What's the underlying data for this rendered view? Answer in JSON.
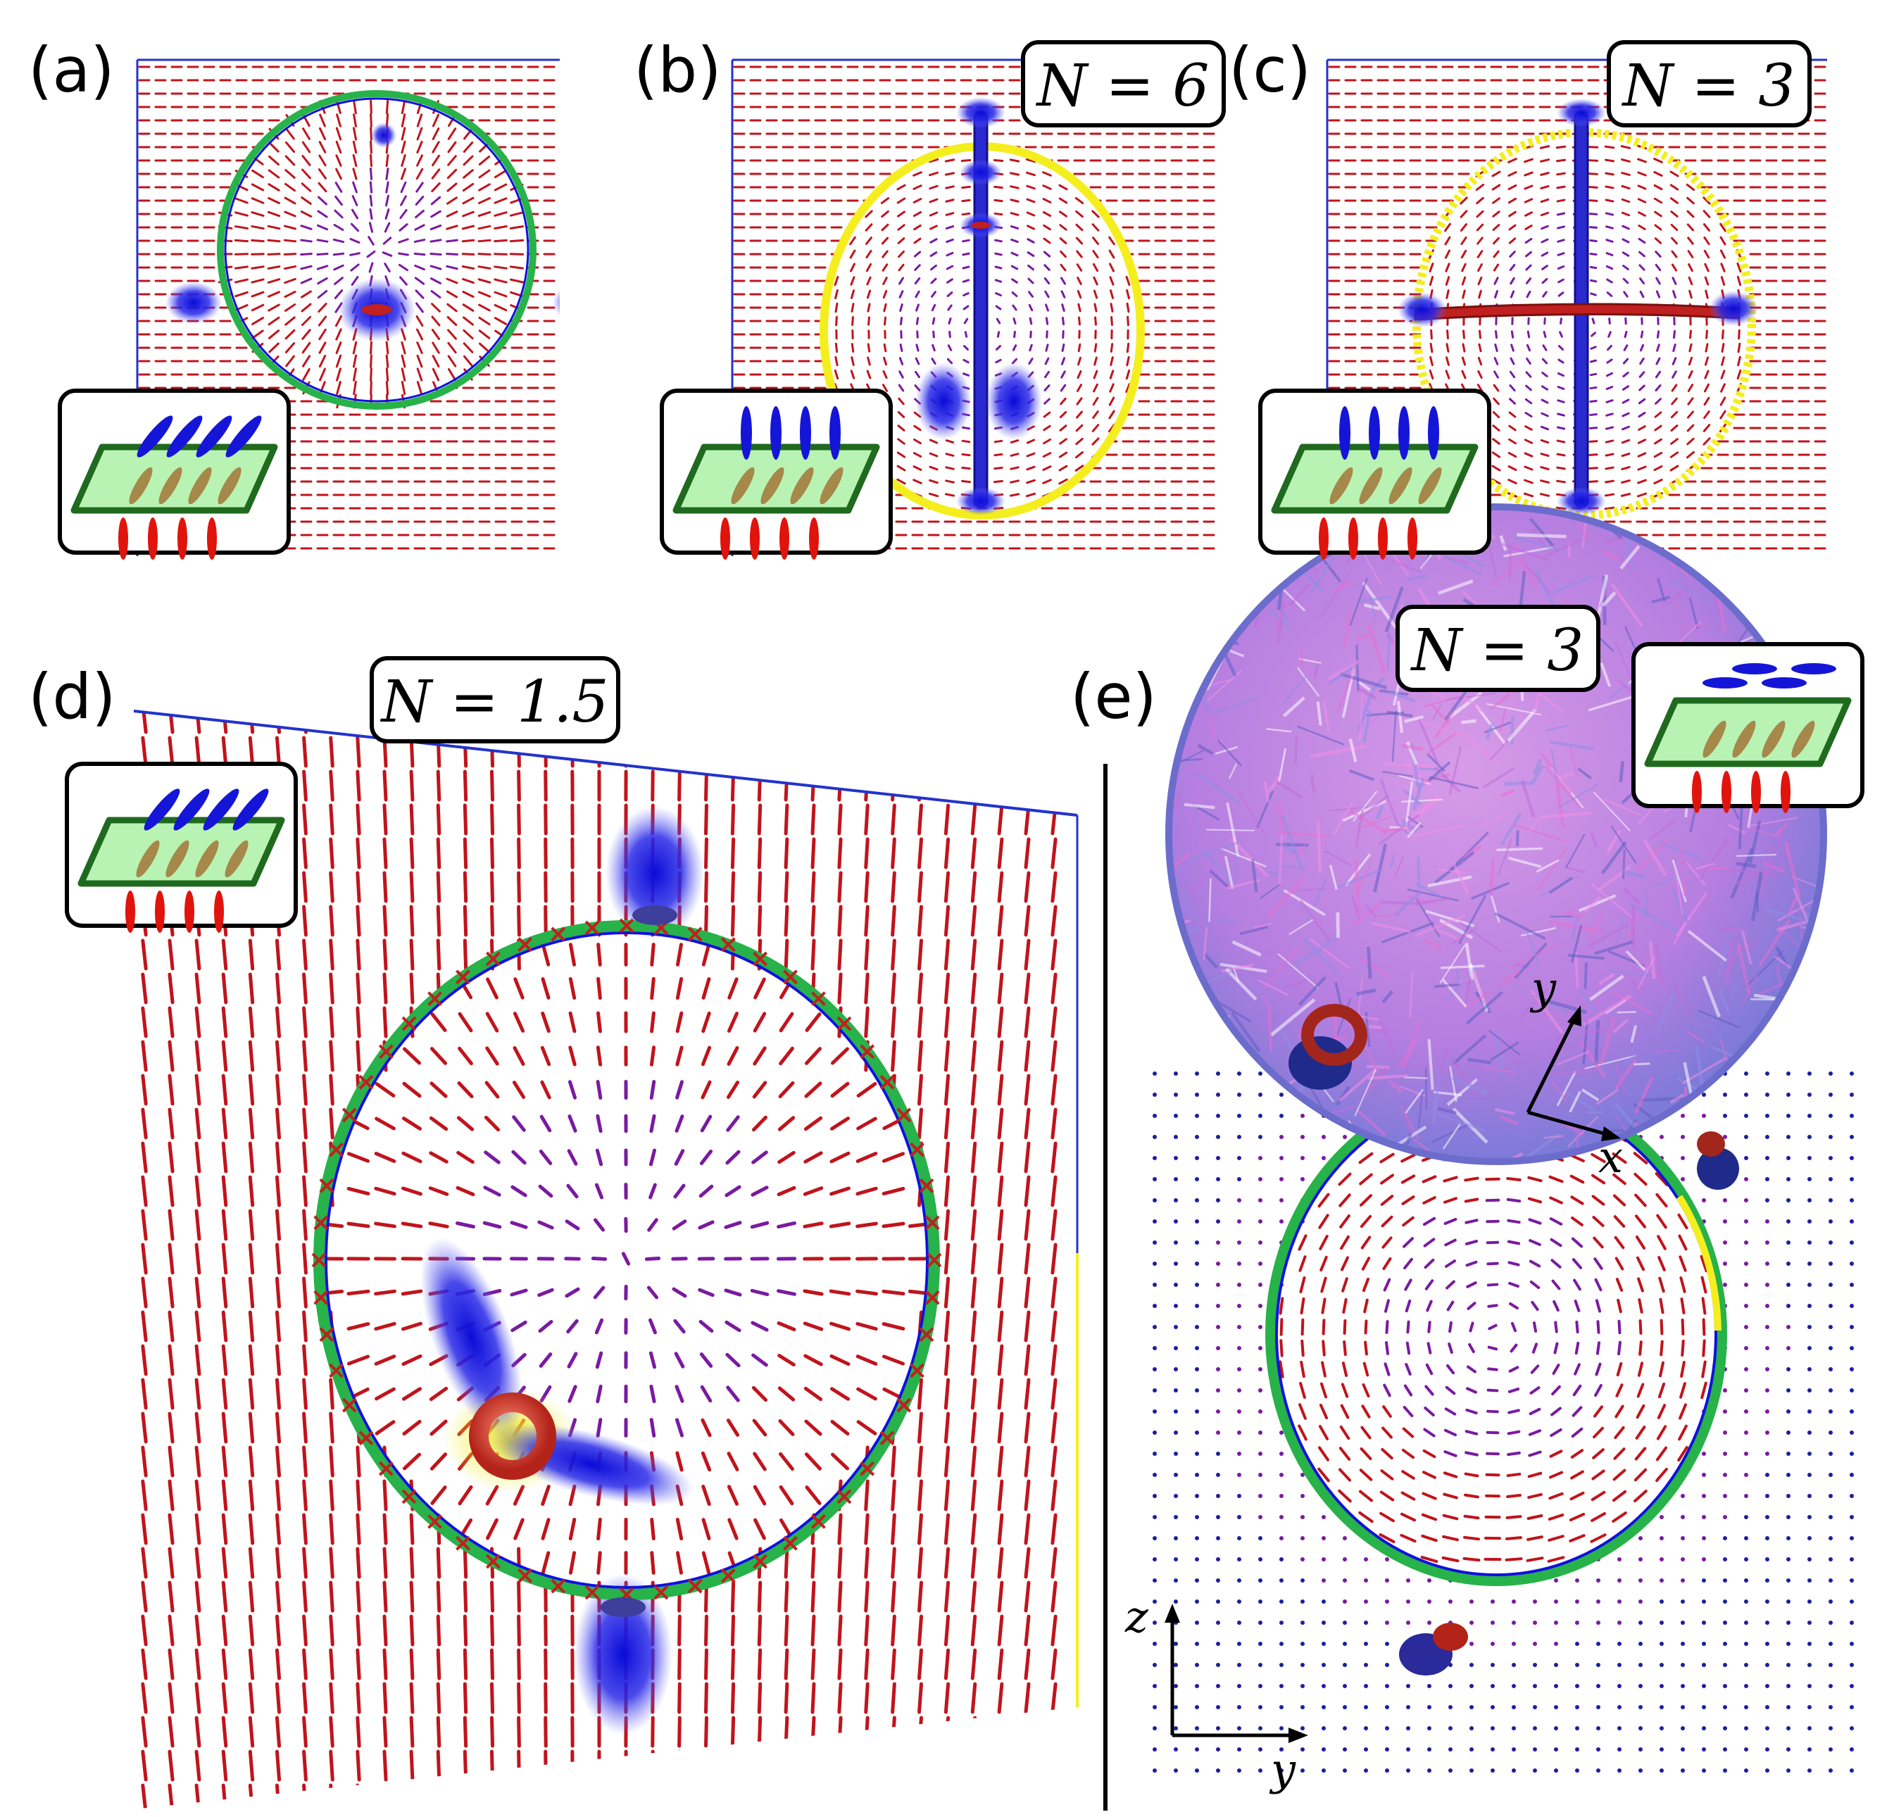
{
  "figure": {
    "panels": [
      {
        "id": "a",
        "label": "(a)",
        "annotation": ""
      },
      {
        "id": "b",
        "label": "(b)",
        "annotation": "N = 6"
      },
      {
        "id": "c",
        "label": "(c)",
        "annotation": "N = 3"
      },
      {
        "id": "d",
        "label": "(d)",
        "annotation": "N = 1.5"
      },
      {
        "id": "e",
        "label": "(e)",
        "annotation": "N = 3"
      }
    ],
    "axes_e": {
      "top": {
        "y": "y",
        "x": "x"
      },
      "bottom": {
        "z": "z",
        "y": "y"
      }
    },
    "colors": {
      "director_far": "#c0141c",
      "director_near": "#7a1aa0",
      "director_top": "#1d1f9e",
      "defect_blue": "#1010e0",
      "defect_red": "#c0201f",
      "ring_green": "#27b24a",
      "ring_yellow": "#f4ee1f",
      "frame_blue": "#2233cc",
      "sphere_base": "#c88be0",
      "inset_plate": "#b9f3b3",
      "inset_plate_edge": "#1f6a1e",
      "inset_blue": "#1515d8",
      "inset_red": "#e0140c",
      "inset_tan": "#a5884a"
    }
  }
}
